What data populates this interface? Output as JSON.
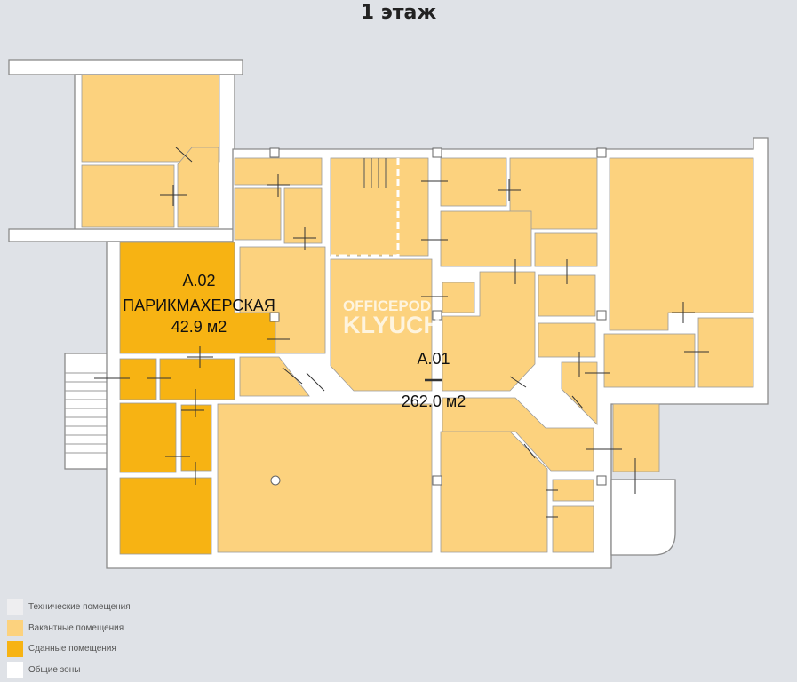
{
  "title": "1 этаж",
  "colors": {
    "technical": "#eeeef0",
    "vacant": "#fcd27e",
    "rented": "#f7b313",
    "common": "#ffffff"
  },
  "rooms": [
    {
      "id": "A.02",
      "name": "ПАРИКМАХЕРСКАЯ",
      "area": "42.9 м2",
      "status": "rented"
    },
    {
      "id": "A.01",
      "area": "262.0 м2",
      "status": "vacant"
    }
  ],
  "watermark": {
    "line1": "OFFICEPOD",
    "line2": "KLYUCH"
  },
  "legend": [
    {
      "label": "Технические помещения",
      "color": "#eeeef0"
    },
    {
      "label": "Вакантные помещения",
      "color": "#fcd27e"
    },
    {
      "label": "Сданные помещения",
      "color": "#f7b313"
    },
    {
      "label": "Общие зоны",
      "color": "#ffffff"
    }
  ]
}
